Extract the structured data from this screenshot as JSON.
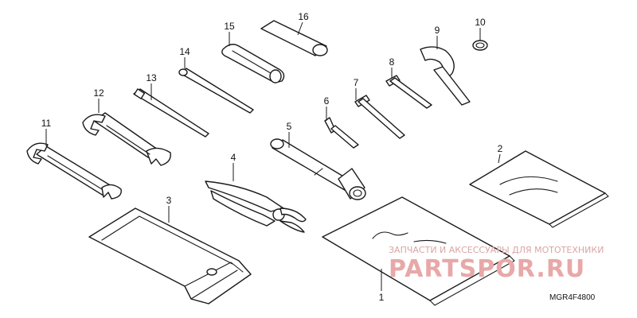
{
  "callouts": [
    "1",
    "2",
    "3",
    "4",
    "5",
    "6",
    "7",
    "8",
    "9",
    "10",
    "11",
    "12",
    "13",
    "14",
    "15",
    "16"
  ],
  "diagram_code": "MGR4F4800",
  "watermark": {
    "caption": "ЗАПЧАСТИ И АКСЕССУАРЫ ДЛЯ МОТОТЕХНИКИ",
    "brand": "PARTSPOR.RU"
  }
}
